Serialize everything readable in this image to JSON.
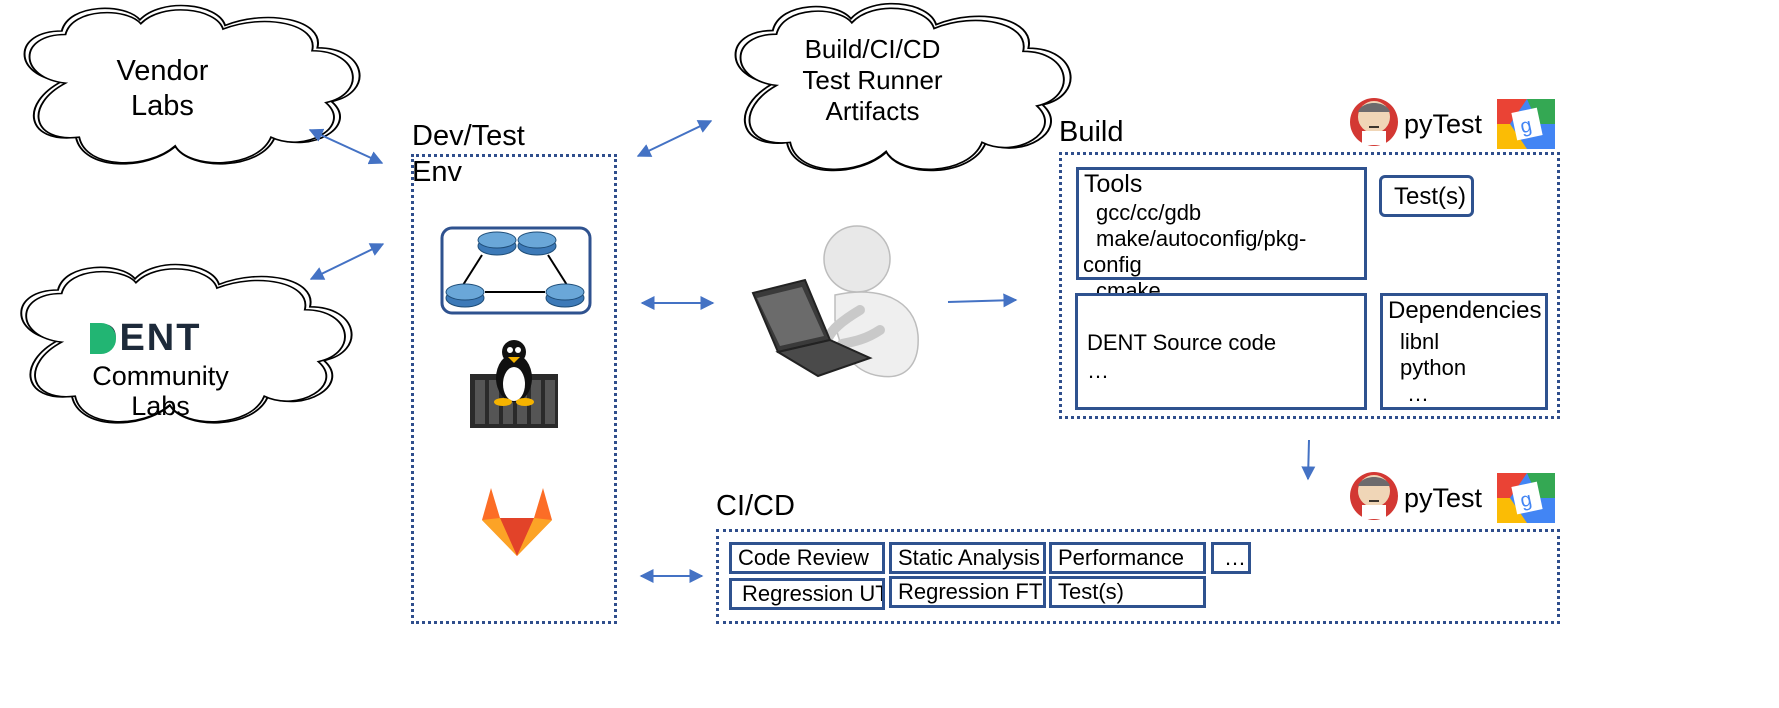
{
  "clouds": {
    "vendor": {
      "line1": "Vendor",
      "line2": "Labs"
    },
    "community": {
      "logo_text": "DENT",
      "line1": "Community",
      "line2": "Labs"
    },
    "artifacts": {
      "line1": "Build/CI/CD",
      "line2": "Test Runner",
      "line3": "Artifacts"
    }
  },
  "devtest": {
    "title_line1": "Dev/Test",
    "title_line2": "Env"
  },
  "build": {
    "title": "Build",
    "pytest_label": "pyTest",
    "tools": {
      "title": "Tools",
      "items": [
        "gcc/cc/gdb",
        "make/autoconfig/pkg-",
        "config",
        "cmake"
      ]
    },
    "tests_label": "Test(s)",
    "source": {
      "line1": "DENT Source code",
      "line2": "…"
    },
    "dependencies": {
      "title": "Dependencies",
      "items": [
        "libnl",
        "python",
        "…"
      ]
    }
  },
  "cicd": {
    "title": "CI/CD",
    "pytest_label": "pyTest",
    "row1": [
      "Code Review",
      "Static Analysis",
      "Performance",
      "…"
    ],
    "row2": [
      "Regression UT",
      "Regression FT",
      "Test(s)"
    ]
  },
  "colors": {
    "box_border": "#2f528f",
    "arrow": "#4472c4",
    "dent_green": "#22b573",
    "dent_dark": "#1d2a3a"
  },
  "icons": [
    "cloud-icon",
    "network-switches-icon",
    "linux-tux-server-icon",
    "gitlab-icon",
    "developer-laptop-icon",
    "jenkins-icon",
    "google-test-icon"
  ]
}
